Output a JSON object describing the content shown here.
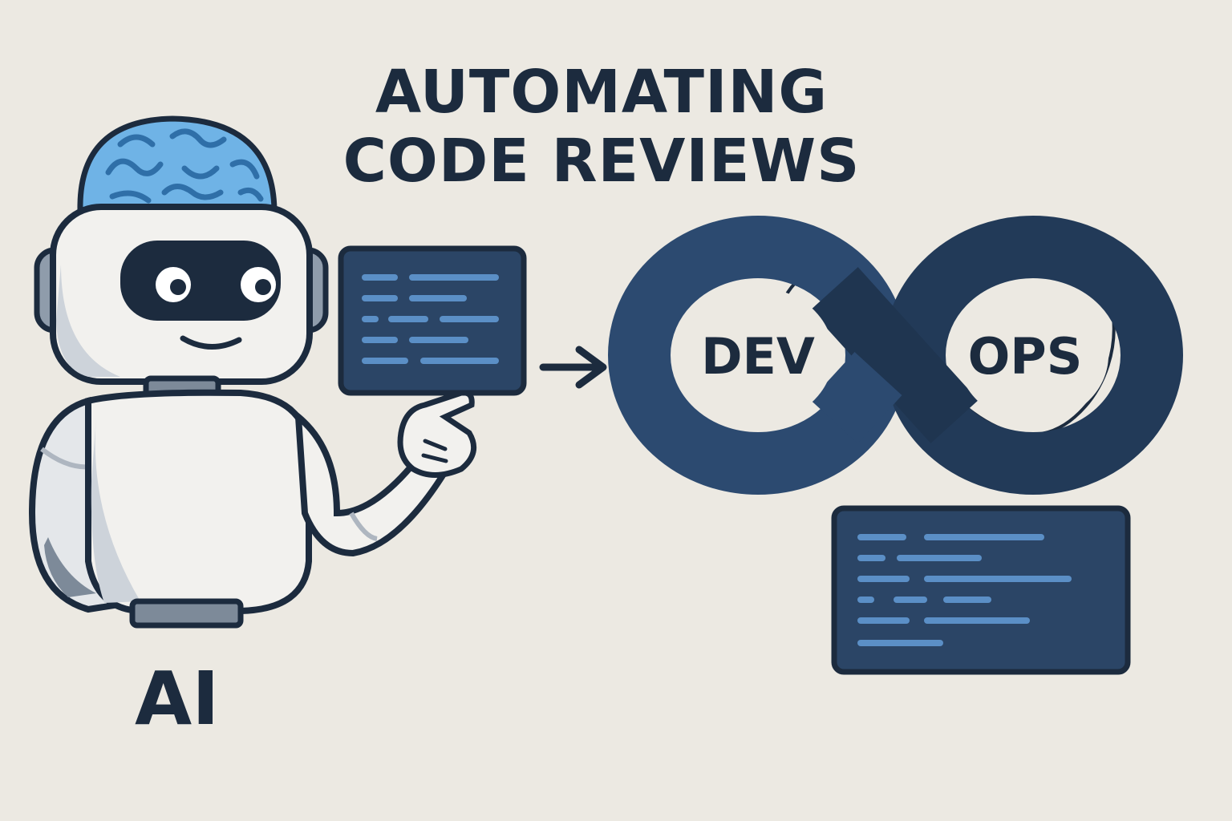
{
  "title": {
    "line1": "AUTOMATING",
    "line2": "CODE REVIEWS"
  },
  "robot": {
    "label": "AI",
    "icon": "robot-icon"
  },
  "devops": {
    "left_label": "DEV",
    "right_label": "OPS",
    "icon": "infinity-loop-icon"
  },
  "colors": {
    "background": "#ece9e2",
    "navy": "#1c2b3e",
    "loop_blue": "#2c4a70",
    "code_panel": "#2b4566",
    "code_line": "#5b8fc6",
    "brain": "#6fb3e6"
  }
}
